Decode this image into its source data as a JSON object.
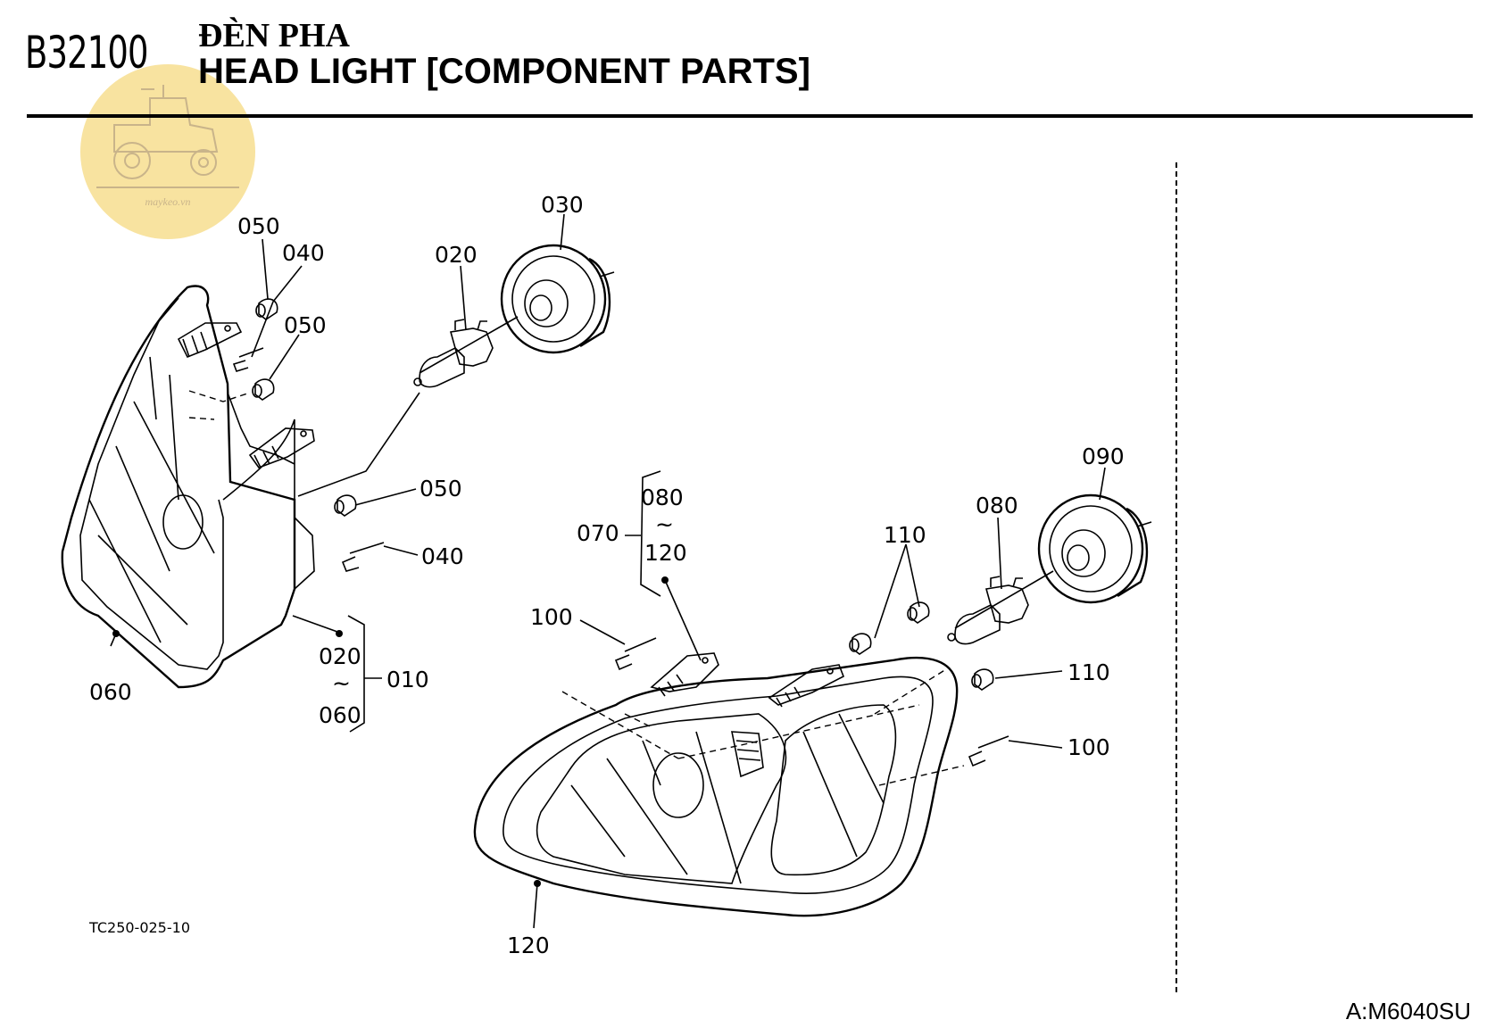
{
  "header": {
    "section_code": "B32100",
    "title_vn": "ĐÈN PHA",
    "title_en": "HEAD LIGHT [COMPONENT PARTS]"
  },
  "watermark": {
    "text": "maykeo.vn",
    "color": "#f8e3a0"
  },
  "callouts": {
    "left_030": "030",
    "left_020": "020",
    "left_050_top": "050",
    "left_040_top": "040",
    "left_050_mid": "050",
    "left_050_low": "050",
    "left_040_low": "040",
    "left_060": "060",
    "left_group_from": "020",
    "left_group_tilde": "~",
    "left_group_to": "060",
    "left_group_id": "010",
    "right_090": "090",
    "right_080": "080",
    "right_group_from": "080",
    "right_group_tilde": "~",
    "right_group_to": "120",
    "right_group_id": "070",
    "right_110_top": "110",
    "right_110_right": "110",
    "right_100_left": "100",
    "right_100_right": "100",
    "right_120": "120"
  },
  "footer": {
    "figure_code": "TC250-025-10",
    "model": "A:M6040SU"
  }
}
